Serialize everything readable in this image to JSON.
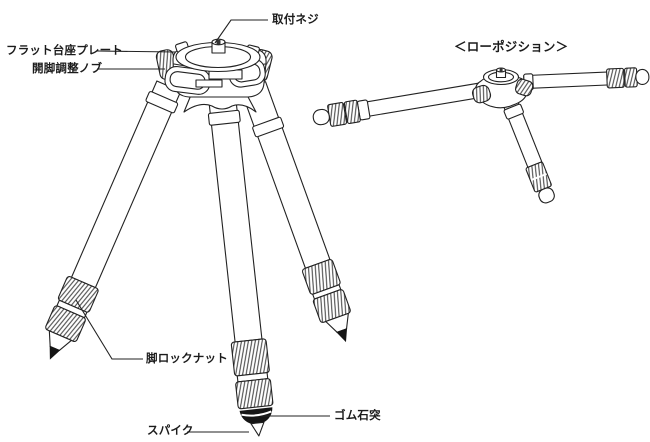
{
  "diagram": {
    "type": "tripod-parts-diagram",
    "background_color": "#ffffff",
    "line_color": "#222222",
    "foot_fill_color": "#151515",
    "labels": {
      "mount_screw": "取付ネジ",
      "flat_base_plate": "フラット台座プレート",
      "leg_angle_knob": "開脚調整ノブ",
      "leg_lock_nut": "脚ロックナット",
      "rubber_foot": "ゴム石突",
      "spike": "スパイク",
      "low_position_caption": "＜ローポジション＞"
    }
  }
}
